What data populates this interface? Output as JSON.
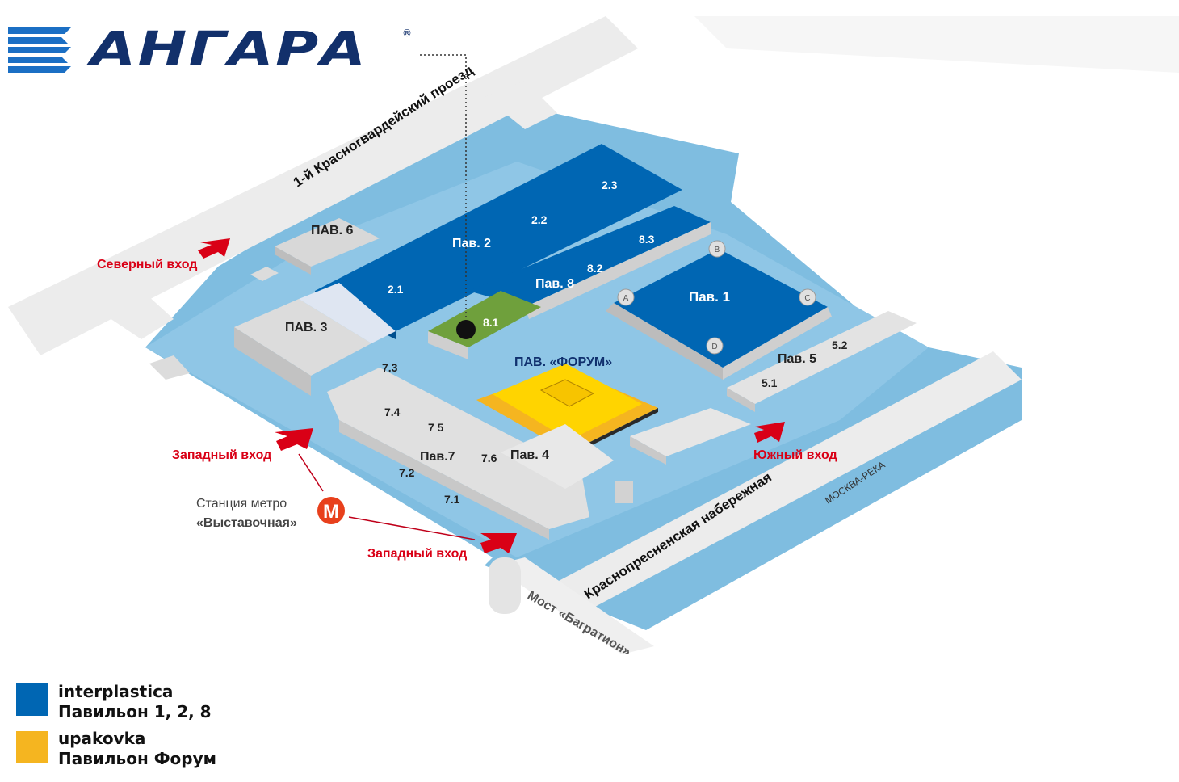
{
  "logo": {
    "text": "АНГАРА",
    "mark": "®",
    "icon": "angara-stripes-icon"
  },
  "colors": {
    "interplastica": "#0066b3",
    "upakovka": "#f5b520",
    "water": "#7fbde0",
    "road": "#ececec",
    "building": "#dcdcdc",
    "entrance": "#d90016",
    "forum_yellow": "#ffd400",
    "hall81_green": "#6fa03c"
  },
  "streets": {
    "north": "1-й Красногвардейский проезд",
    "embankment": "Краснопресненская набережная",
    "river": "МОСКВА-РЕКА",
    "bridge": "Мост «Багратион»"
  },
  "pavilions": {
    "pav1": "Пав. 1",
    "pav2": "Пав. 2",
    "pav3": "ПАВ. 3",
    "pav4": "Пав. 4",
    "pav5": "Пав. 5",
    "pav6": "ПАВ. 6",
    "pav7": "Пав.7",
    "pav8": "Пав. 8",
    "forum": "ПАВ. «ФОРУМ»"
  },
  "halls": {
    "h21": "2.1",
    "h22": "2.2",
    "h23": "2.3",
    "h81": "8.1",
    "h82": "8.2",
    "h83": "8.3",
    "h51": "5.1",
    "h52": "5.2",
    "h71": "7.1",
    "h72": "7.2",
    "h73": "7.3",
    "h74": "7.4",
    "h75": "7 5",
    "h76": "7.6"
  },
  "towers": {
    "a": "A",
    "b": "B",
    "c": "C",
    "d": "D"
  },
  "entrances": {
    "north": "Северный вход",
    "west1": "Западный вход",
    "west2": "Западный вход",
    "south": "Южный вход"
  },
  "metro": {
    "line1": "Станция метро",
    "line2": "«Выставочная»",
    "icon": "metro-m-icon",
    "letter": "M"
  },
  "legend": [
    {
      "line1": "interplastica",
      "line2": "Павильон 1, 2, 8",
      "color": "#0066b3"
    },
    {
      "line1": "upakovka",
      "line2": "Павильон Форум",
      "color": "#f5b520"
    }
  ]
}
